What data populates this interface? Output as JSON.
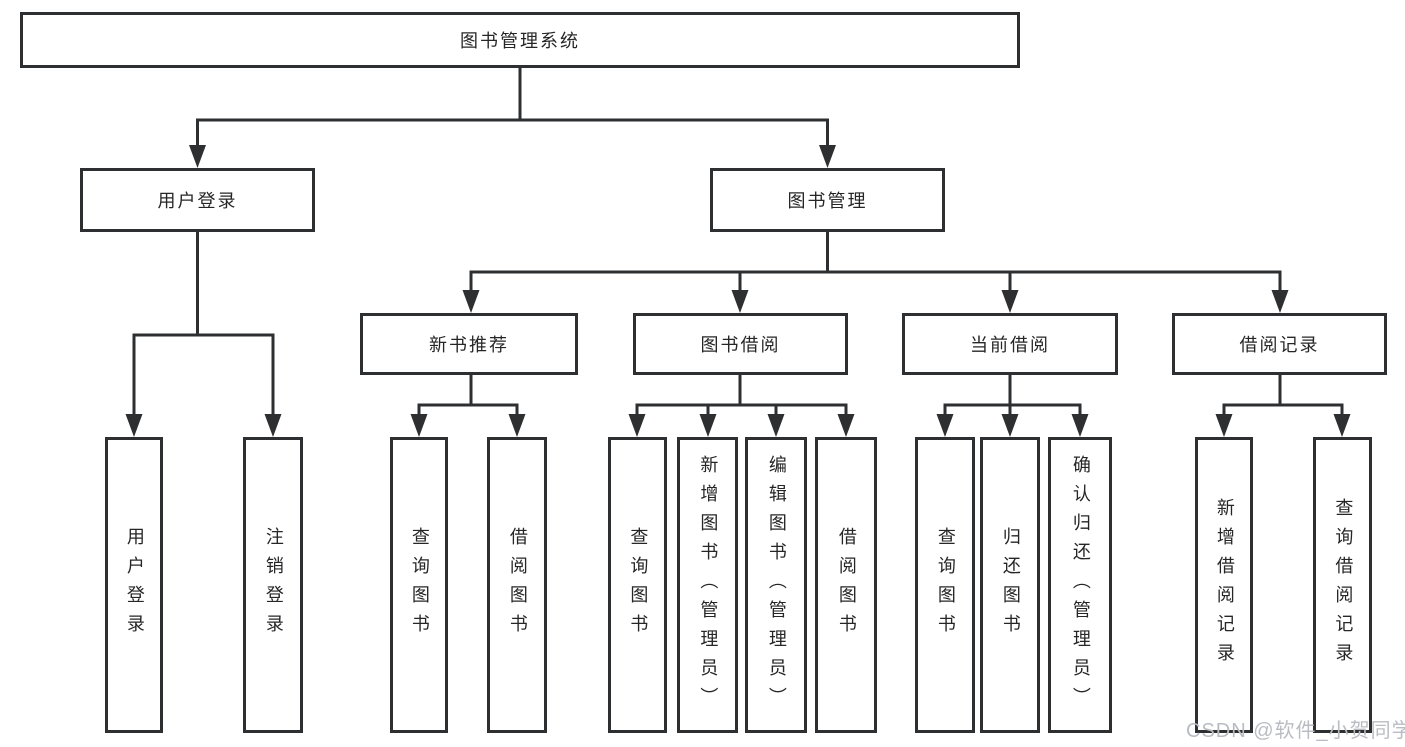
{
  "colors": {
    "line": "#2e2f31",
    "border": "#2e2f31",
    "text": "#262626",
    "watermark": "#b9bcc3",
    "background": "#ffffff"
  },
  "diagram_type": "hierarchy-tree",
  "tree": {
    "label": "图书管理系统",
    "children": [
      {
        "label": "用户登录",
        "children": [
          {
            "label": "用户登录"
          },
          {
            "label": "注销登录"
          }
        ]
      },
      {
        "label": "图书管理",
        "children": [
          {
            "label": "新书推荐",
            "children": [
              {
                "label": "查询图书"
              },
              {
                "label": "借阅图书"
              }
            ]
          },
          {
            "label": "图书借阅",
            "children": [
              {
                "label": "查询图书"
              },
              {
                "label": "新增图书（管理员）"
              },
              {
                "label": "编辑图书（管理员）"
              },
              {
                "label": "借阅图书"
              }
            ]
          },
          {
            "label": "当前借阅",
            "children": [
              {
                "label": "查询图书"
              },
              {
                "label": "归还图书"
              },
              {
                "label": "确认归还（管理员）"
              }
            ]
          },
          {
            "label": "借阅记录",
            "children": [
              {
                "label": "新增借阅记录"
              },
              {
                "label": "查询借阅记录"
              }
            ]
          }
        ]
      }
    ]
  },
  "watermark": {
    "text": "CSDN @软件_小贺同学"
  }
}
